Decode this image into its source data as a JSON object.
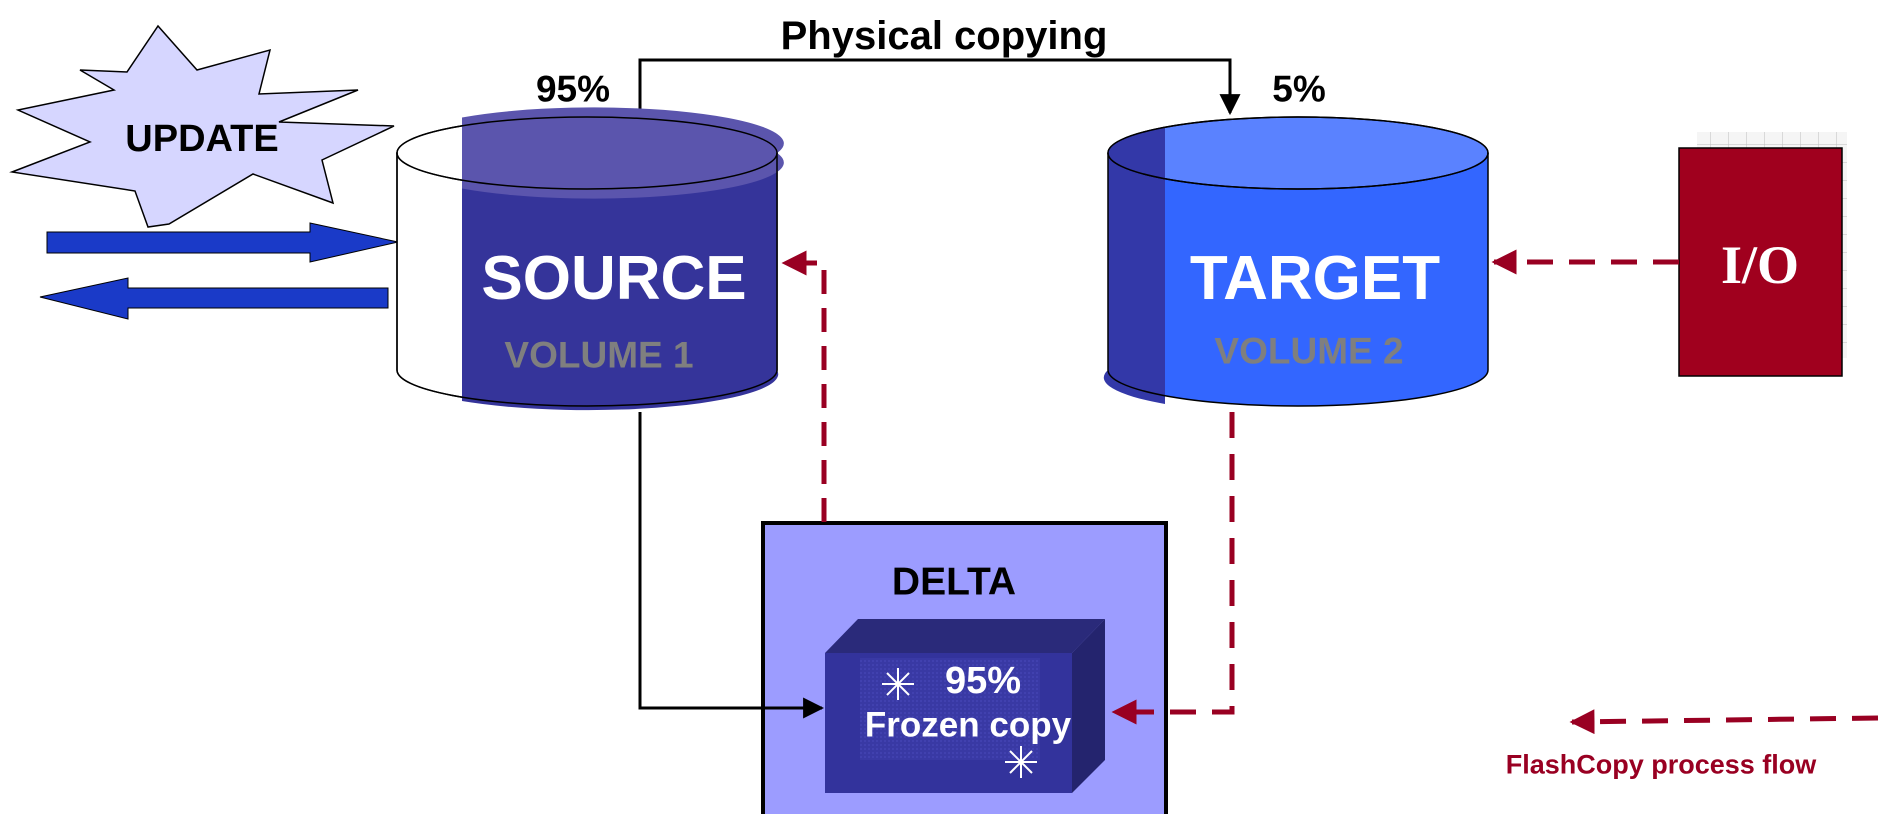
{
  "title": "Physical copying",
  "source": {
    "percent": "95%",
    "name": "SOURCE",
    "volume": "VOLUME 1",
    "top_color": "#5b55ad",
    "body_color": "#35349a"
  },
  "target": {
    "percent": "5%",
    "name": "TARGET",
    "volume": "VOLUME 2",
    "top_color": "#5a82ff",
    "body_color": "#3366ff",
    "left_band_color": "#3338a8"
  },
  "update": {
    "label": "UPDATE",
    "color": "#d6d6ff"
  },
  "io": {
    "label": "I/O",
    "color": "#a0001e"
  },
  "delta": {
    "label": "DELTA",
    "percent": "95%",
    "description": "Frozen copy",
    "panel_color": "#9c9cff",
    "box_color": "#33339c"
  },
  "legend": {
    "label": "FlashCopy process flow",
    "color": "#990022"
  },
  "colors": {
    "arrow_blue": "#1a3ac8",
    "flow_red": "#990022",
    "volume_gray": "#7f7f7f"
  }
}
